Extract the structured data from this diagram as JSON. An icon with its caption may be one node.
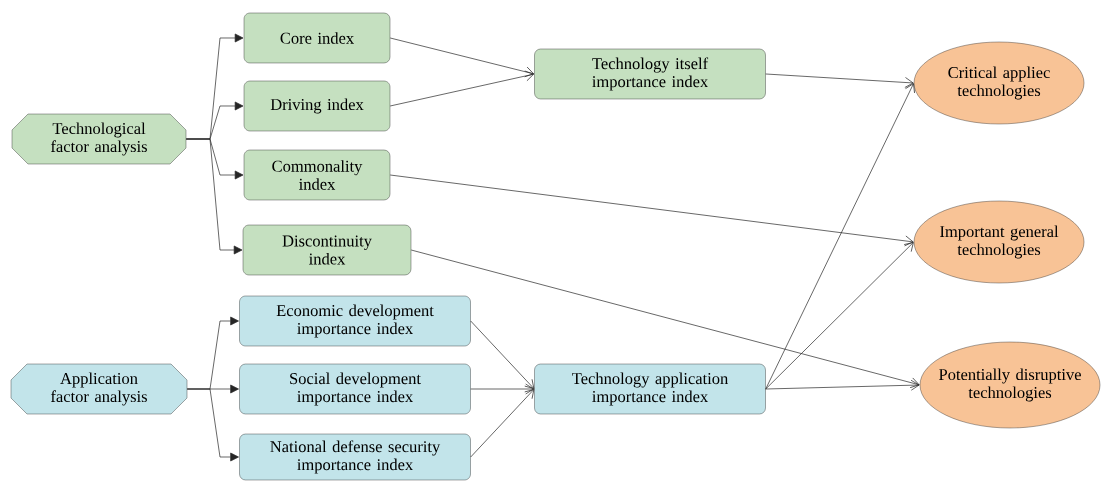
{
  "diagram": {
    "nodes": [
      {
        "text": [
          "Technological factor analysis"
        ]
      },
      {
        "text": [
          "Core index"
        ]
      },
      {
        "text": [
          "Driving index"
        ]
      },
      {
        "text": [
          "Commonality index"
        ]
      },
      {
        "text": [
          "Discontinuity index"
        ]
      },
      {
        "text": [
          "Application factor analysis"
        ]
      },
      {
        "text": [
          "Economic development importance index"
        ]
      },
      {
        "text": [
          "Social development importance index"
        ]
      },
      {
        "text": [
          "National defense security importance index"
        ]
      },
      {
        "text": [
          "Technology itself importance index"
        ]
      },
      {
        "text": [
          "Technology application importance index"
        ]
      },
      {
        "text": [
          "Critical appliec technologies"
        ]
      },
      {
        "text": [
          "Important general technologies"
        ]
      },
      {
        "text": [
          "Potentially disruptive technologies"
        ]
      }
    ],
    "edges": [
      {
        "from": 0,
        "to": 1,
        "arrow": "to"
      },
      {
        "from": 0,
        "to": 2,
        "arrow": "to"
      },
      {
        "from": 0,
        "to": 3,
        "arrow": "to"
      },
      {
        "from": 0,
        "to": 4,
        "arrow": "to"
      },
      {
        "from": 5,
        "to": 6,
        "arrow": "to"
      },
      {
        "from": 5,
        "to": 7,
        "arrow": "to"
      },
      {
        "from": 5,
        "to": 8,
        "arrow": "to"
      },
      {
        "from": 1,
        "to": 9,
        "arrow": "to"
      },
      {
        "from": 2,
        "to": 9,
        "arrow": "to"
      },
      {
        "from": 3,
        "to": 12,
        "arrow": "to"
      },
      {
        "from": 4,
        "to": 13,
        "arrow": "to"
      },
      {
        "from": 6,
        "to": 10,
        "arrow": "to"
      },
      {
        "from": 7,
        "to": 10,
        "arrow": "to"
      },
      {
        "from": 8,
        "to": 10,
        "arrow": "to"
      },
      {
        "from": 9,
        "to": 11,
        "arrow": "to"
      },
      {
        "from": 10,
        "to": 11,
        "arrow": "to"
      },
      {
        "from": 10,
        "to": 12,
        "arrow": "to"
      },
      {
        "from": 10,
        "to": 13,
        "arrow": "to"
      }
    ]
  }
}
